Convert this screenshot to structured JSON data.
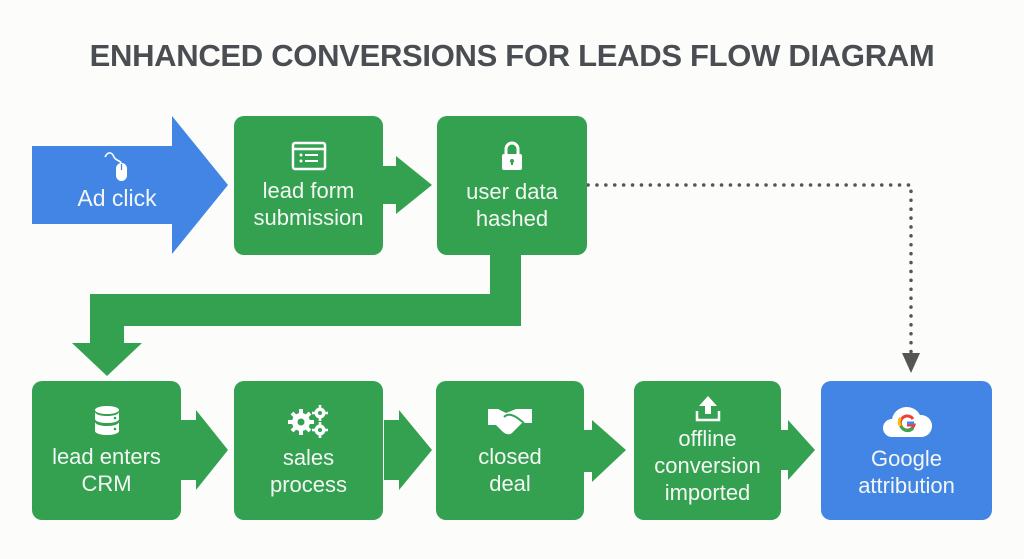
{
  "title": "ENHANCED CONVERSIONS FOR LEADS FLOW DIAGRAM",
  "colors": {
    "green": "#34a151",
    "blue": "#4285e4",
    "text": "#4a4d52",
    "dotted": "#555555"
  },
  "nodes": [
    {
      "id": "ad-click",
      "label": "Ad click",
      "icon": "mouse-icon",
      "color": "blue",
      "shape": "arrow"
    },
    {
      "id": "lead-form",
      "label_lines": [
        "lead form",
        "submission"
      ],
      "icon": "form-icon",
      "color": "green"
    },
    {
      "id": "user-data",
      "label_lines": [
        "user data",
        "hashed"
      ],
      "icon": "lock-icon",
      "color": "green"
    },
    {
      "id": "crm",
      "label_lines": [
        "lead enters",
        "CRM"
      ],
      "icon": "database-icon",
      "color": "green"
    },
    {
      "id": "sales",
      "label_lines": [
        "sales",
        "process"
      ],
      "icon": "gears-icon",
      "color": "green"
    },
    {
      "id": "deal",
      "label_lines": [
        "closed",
        "deal"
      ],
      "icon": "handshake-icon",
      "color": "green"
    },
    {
      "id": "offline",
      "label_lines": [
        "offline",
        "conversion",
        "imported"
      ],
      "icon": "upload-icon",
      "color": "green"
    },
    {
      "id": "google",
      "label_lines": [
        "Google",
        "attribution"
      ],
      "icon": "google-cloud-icon",
      "color": "blue"
    }
  ],
  "edges": [
    {
      "from": "ad-click",
      "to": "lead-form",
      "style": "solid"
    },
    {
      "from": "lead-form",
      "to": "user-data",
      "style": "solid"
    },
    {
      "from": "user-data",
      "to": "crm",
      "style": "solid"
    },
    {
      "from": "crm",
      "to": "sales",
      "style": "solid"
    },
    {
      "from": "sales",
      "to": "deal",
      "style": "solid"
    },
    {
      "from": "deal",
      "to": "offline",
      "style": "solid"
    },
    {
      "from": "offline",
      "to": "google",
      "style": "solid"
    },
    {
      "from": "user-data",
      "to": "google",
      "style": "dotted"
    }
  ]
}
